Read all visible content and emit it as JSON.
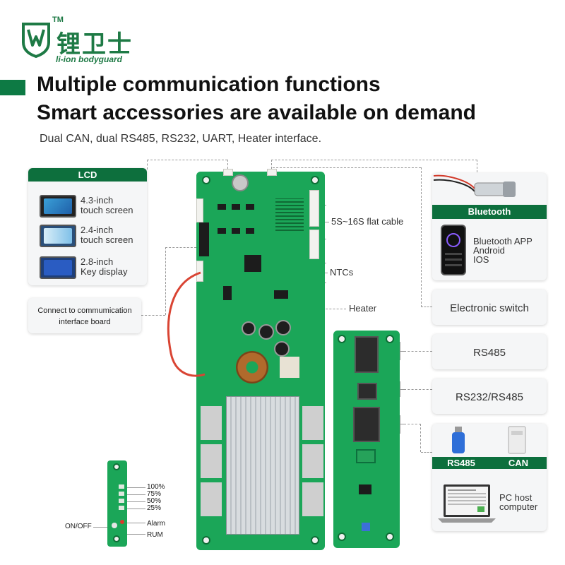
{
  "brand": {
    "name_cn": "锂卫士",
    "name_en": "li-ion bodyguard",
    "trademark": "TM",
    "color": "#1e7a45"
  },
  "headline": {
    "line1": "Multiple communication functions",
    "line2": "Smart accessories are available on demand",
    "subtitle": "Dual CAN, dual RS485, RS232, UART, Heater interface."
  },
  "lcd": {
    "title": "LCD",
    "items": [
      {
        "line1": "4.3-inch",
        "line2": "touch screen"
      },
      {
        "line1": "2.4-inch",
        "line2": "touch screen"
      },
      {
        "line1": "2.8-inch",
        "line2": "Key display"
      }
    ]
  },
  "connect_note": {
    "line1": "Connect to commumication",
    "line2": "interface board"
  },
  "bluetooth": {
    "title": "Bluetooth",
    "app_line1": "Bluetooth APP",
    "app_line2": "Android",
    "app_line3": "IOS"
  },
  "electronic_switch": "Electronic switch",
  "rs485": "RS485",
  "rs232_rs485": "RS232/RS485",
  "accessories": {
    "rs485_label": "RS485",
    "can_label": "CAN",
    "pc_line1": "PC host",
    "pc_line2": "computer"
  },
  "board_callouts": {
    "flat_cable": "5S~16S flat cable",
    "ntcs": "NTCs",
    "heater": "Heater"
  },
  "indicator_board": {
    "levels": [
      "100%",
      "75%",
      "50%",
      "25%"
    ],
    "alarm": "Alarm",
    "rum": "RUM",
    "onoff": "ON/OFF"
  },
  "colors": {
    "accent": "#0d6f3d",
    "pcb": "#1ba658"
  }
}
